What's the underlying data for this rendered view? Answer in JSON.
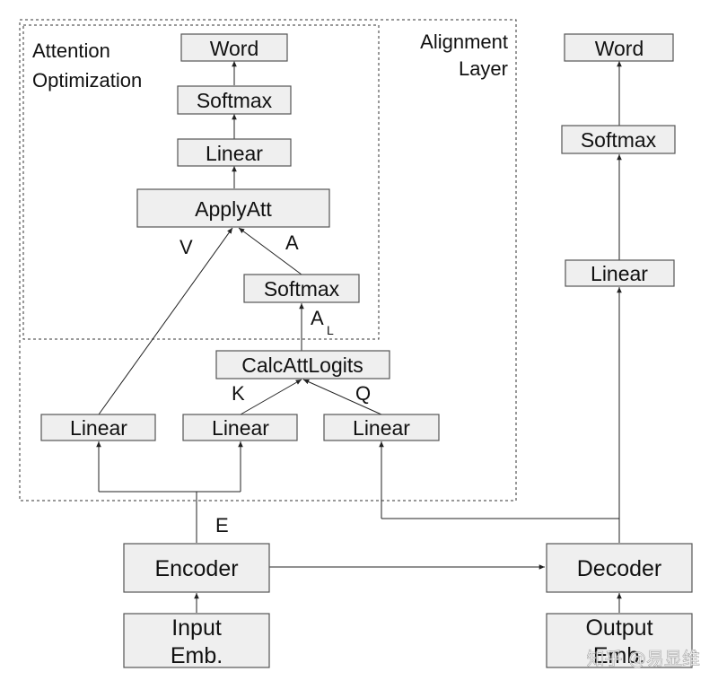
{
  "regions": {
    "attention_title_1": "Attention",
    "attention_title_2": "Optimization",
    "alignment_title_1": "Alignment",
    "alignment_title_2": "Layer"
  },
  "nodes": {
    "word_left": "Word",
    "softmax_top_left": "Softmax",
    "linear_top_left": "Linear",
    "applyatt": "ApplyAtt",
    "softmax_mid": "Softmax",
    "calcattlogits": "CalcAttLogits",
    "linear_v": "Linear",
    "linear_k": "Linear",
    "linear_q": "Linear",
    "encoder": "Encoder",
    "input_emb_1": "Input",
    "input_emb_2": "Emb.",
    "decoder": "Decoder",
    "output_emb_1": "Output",
    "output_emb_2": "Emb.",
    "word_right": "Word",
    "softmax_right": "Softmax",
    "linear_right": "Linear"
  },
  "edge_labels": {
    "v": "V",
    "a": "A",
    "a_l_main": "A",
    "a_l_sub": "L",
    "k": "K",
    "q": "Q",
    "e": "E"
  },
  "watermark": "知乎 @易显维"
}
